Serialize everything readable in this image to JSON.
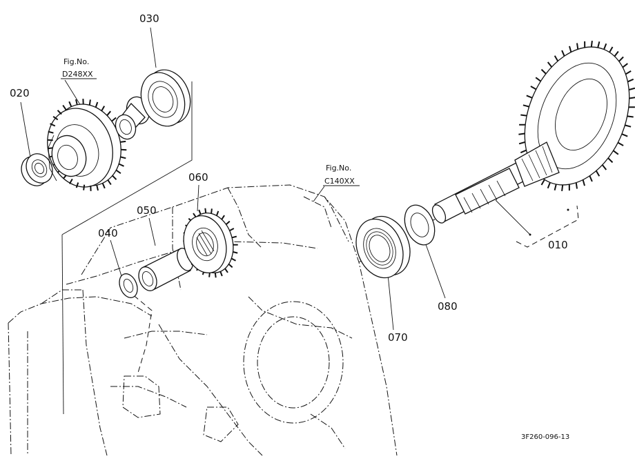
{
  "diagram": {
    "part_labels": {
      "p010": "010",
      "p020": "020",
      "p030": "030",
      "p040": "040",
      "p050": "050",
      "p060": "060",
      "p070": "070",
      "p080": "080"
    },
    "fig_refs": [
      {
        "title": "Fig.No.",
        "code": "D248XX"
      },
      {
        "title": "Fig.No.",
        "code": "C140XX"
      }
    ],
    "drawing_code": "3F260-096-13"
  }
}
